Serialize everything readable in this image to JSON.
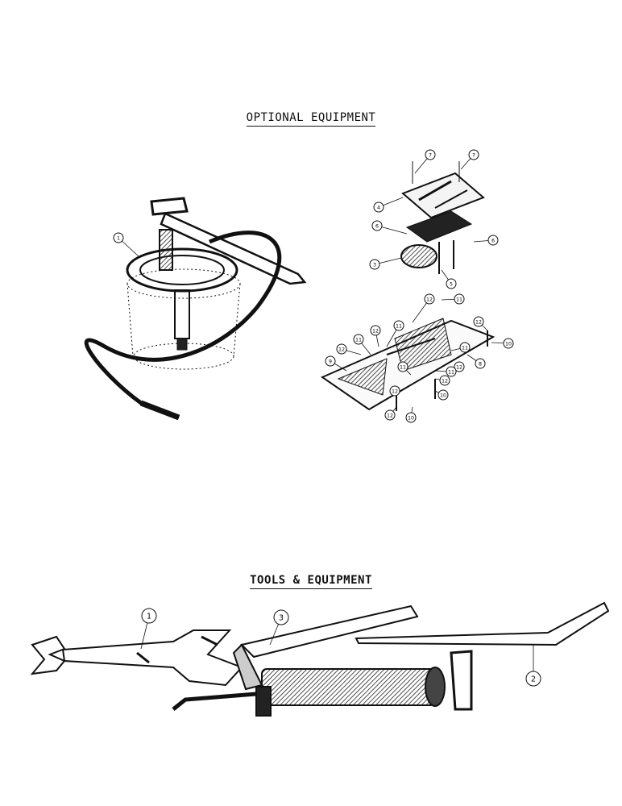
{
  "optional_equipment": {
    "heading": "OPTIONAL EQUIPMENT",
    "pump_callouts": [
      "1"
    ],
    "bracket_callouts": [
      "7",
      "7",
      "4",
      "6",
      "6",
      "3",
      "5"
    ],
    "base_callouts": [
      "12",
      "11",
      "11",
      "12",
      "12",
      "11",
      "12",
      "11",
      "10",
      "9",
      "11",
      "12",
      "12",
      "11",
      "8",
      "12",
      "10",
      "12",
      "10"
    ]
  },
  "tools_equipment": {
    "heading": "TOOLS & EQUIPMENT",
    "callouts": [
      "1",
      "3",
      "2"
    ]
  },
  "illustrations": {
    "grease_pump": "grease-pump-with-hose",
    "mount_bracket": "mounting-bracket-assembly",
    "mount_base": "mounting-base-plate",
    "wrench": "double-open-end-wrench",
    "grease_gun": "lever-grease-gun",
    "tyre_lever": "tyre-lever"
  }
}
